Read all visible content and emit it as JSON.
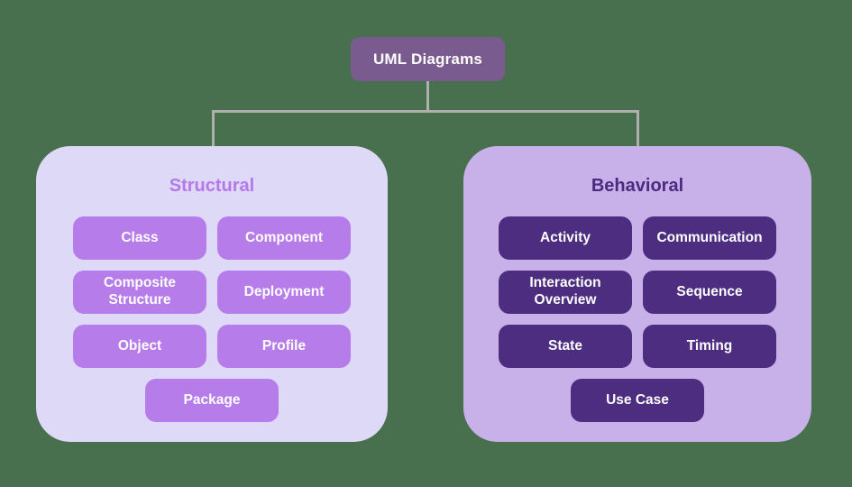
{
  "diagram": {
    "title": "UML Diagrams",
    "colors": {
      "background": "#48704E",
      "connector": "#AFAFAD",
      "root_bg": "#7A5B90",
      "root_text": "#FFFFFF",
      "structural_panel_bg": "#DED9F6",
      "structural_title_text": "#B478E8",
      "structural_node_bg": "#B67CEA",
      "behavioral_panel_bg": "#C7B1E8",
      "behavioral_title_text": "#4B2A80",
      "behavioral_node_bg": "#4C2D80",
      "node_text": "#FFFFFF"
    },
    "categories": [
      {
        "title": "Structural",
        "items": [
          "Class",
          "Component",
          "Composite Structure",
          "Deployment",
          "Object",
          "Profile",
          "Package"
        ]
      },
      {
        "title": "Behavioral",
        "items": [
          "Activity",
          "Communication",
          "Interaction Overview",
          "Sequence",
          "State",
          "Timing",
          "Use Case"
        ]
      }
    ]
  }
}
